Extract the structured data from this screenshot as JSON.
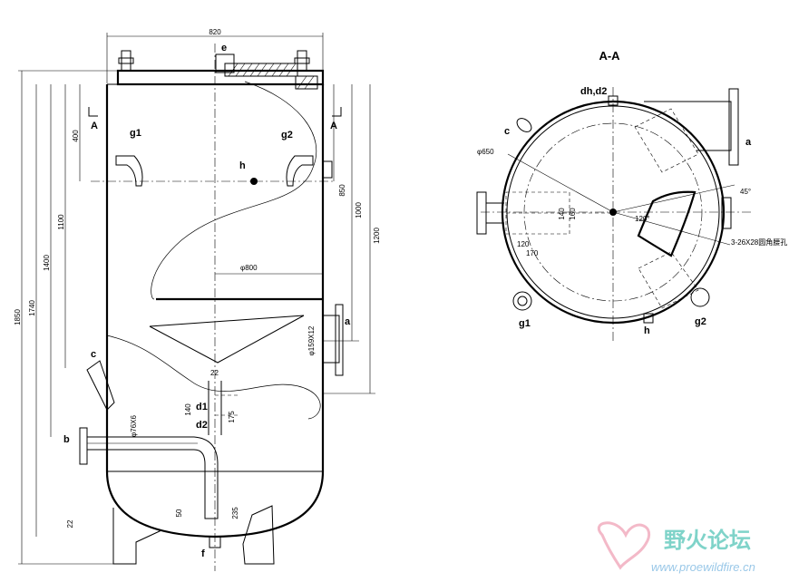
{
  "section_title": "A-A",
  "front_view": {
    "overall_width": "820",
    "nozzle_labels": {
      "e": "e",
      "g1": "g1",
      "g2": "g2",
      "h": "h",
      "a": "a",
      "c": "c",
      "b": "b",
      "d1": "d1",
      "d2": "d2",
      "f": "f",
      "section_A": "A"
    },
    "dimensions": {
      "d400": "400",
      "d1100": "1100",
      "d1400": "1400",
      "d1740": "1740",
      "d1850": "1850",
      "d850": "850",
      "d1000": "1000",
      "d1200": "1200",
      "phi800": "φ800",
      "phi159": "φ159X12",
      "d22_mid": "22",
      "d175": "175",
      "d140": "140",
      "phi76": "φ76X6",
      "d50": "50",
      "d235": "235",
      "d22_bot": "22"
    }
  },
  "section_view": {
    "labels": {
      "dh_d2": "dh,d2",
      "c": "c",
      "a": "a",
      "g1": "g1",
      "g2": "g2",
      "h": "h"
    },
    "dimensions": {
      "phi650": "φ650",
      "d120": "120",
      "d170": "170",
      "d140": "140",
      "d160": "160",
      "ang120": "120°",
      "ang45": "45°",
      "holes": "3-26X28圆角腰孔"
    }
  },
  "watermark": {
    "cn": "野火论坛",
    "url": "www.proewildfire.cn"
  }
}
